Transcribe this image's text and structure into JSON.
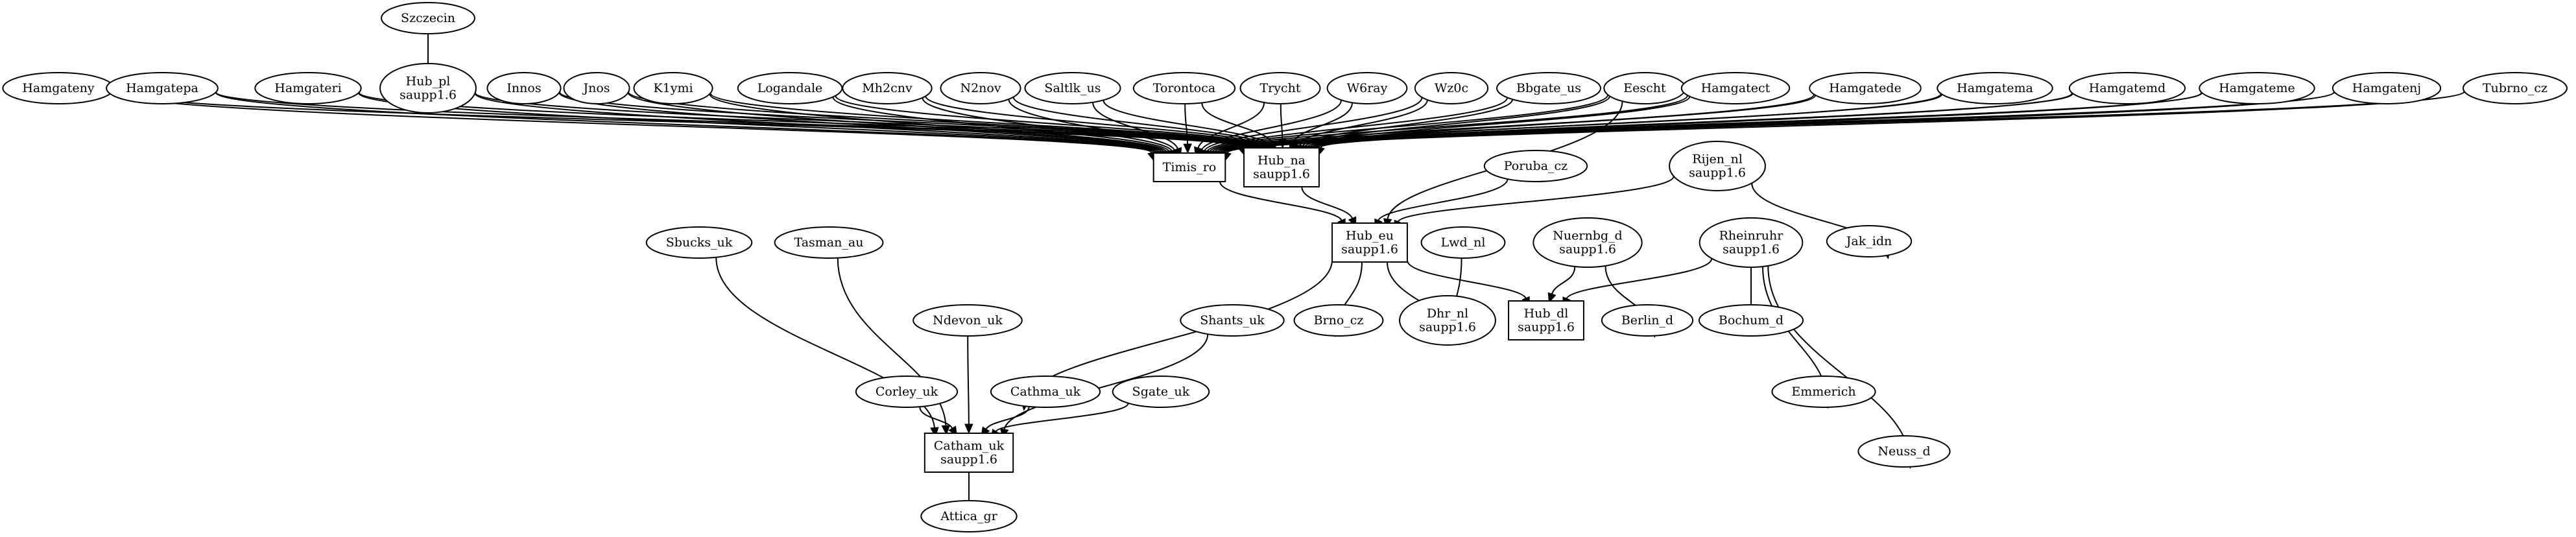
{
  "graph": {
    "nodes": [
      {
        "id": "Szczecin",
        "lines": [
          "Szczecin"
        ],
        "shape": "ellipse"
      },
      {
        "id": "Hub_pl",
        "lines": [
          "Hub_pl",
          "saupp1.6"
        ],
        "shape": "ellipse"
      },
      {
        "id": "Hamgateny",
        "lines": [
          "Hamgateny"
        ],
        "shape": "ellipse"
      },
      {
        "id": "Hamgatepa",
        "lines": [
          "Hamgatepa"
        ],
        "shape": "ellipse"
      },
      {
        "id": "Hamgateri",
        "lines": [
          "Hamgateri"
        ],
        "shape": "ellipse"
      },
      {
        "id": "Innos",
        "lines": [
          "Innos"
        ],
        "shape": "ellipse"
      },
      {
        "id": "Jnos",
        "lines": [
          "Jnos"
        ],
        "shape": "ellipse"
      },
      {
        "id": "K1ymi",
        "lines": [
          "K1ymi"
        ],
        "shape": "ellipse"
      },
      {
        "id": "Logandale",
        "lines": [
          "Logandale"
        ],
        "shape": "ellipse"
      },
      {
        "id": "Mh2cnv",
        "lines": [
          "Mh2cnv"
        ],
        "shape": "ellipse"
      },
      {
        "id": "N2nov",
        "lines": [
          "N2nov"
        ],
        "shape": "ellipse"
      },
      {
        "id": "Saltlk_us",
        "lines": [
          "Saltlk_us"
        ],
        "shape": "ellipse"
      },
      {
        "id": "Torontoca",
        "lines": [
          "Torontoca"
        ],
        "shape": "ellipse"
      },
      {
        "id": "Trycht",
        "lines": [
          "Trycht"
        ],
        "shape": "ellipse"
      },
      {
        "id": "W6ray",
        "lines": [
          "W6ray"
        ],
        "shape": "ellipse"
      },
      {
        "id": "Wz0c",
        "lines": [
          "Wz0c"
        ],
        "shape": "ellipse"
      },
      {
        "id": "Bbgate_us",
        "lines": [
          "Bbgate_us"
        ],
        "shape": "ellipse"
      },
      {
        "id": "Eescht",
        "lines": [
          "Eescht"
        ],
        "shape": "ellipse"
      },
      {
        "id": "Hamgatect",
        "lines": [
          "Hamgatect"
        ],
        "shape": "ellipse"
      },
      {
        "id": "Hamgatede",
        "lines": [
          "Hamgatede"
        ],
        "shape": "ellipse"
      },
      {
        "id": "Hamgatema",
        "lines": [
          "Hamgatema"
        ],
        "shape": "ellipse"
      },
      {
        "id": "Hamgatemd",
        "lines": [
          "Hamgatemd"
        ],
        "shape": "ellipse"
      },
      {
        "id": "Hamgateme",
        "lines": [
          "Hamgateme"
        ],
        "shape": "ellipse"
      },
      {
        "id": "Hamgatenj",
        "lines": [
          "Hamgatenj"
        ],
        "shape": "ellipse"
      },
      {
        "id": "Tubrno_cz",
        "lines": [
          "Tubrno_cz"
        ],
        "shape": "ellipse"
      },
      {
        "id": "Timis_ro",
        "lines": [
          "Timis_ro"
        ],
        "shape": "box"
      },
      {
        "id": "Hub_na",
        "lines": [
          "Hub_na",
          "saupp1.6"
        ],
        "shape": "box"
      },
      {
        "id": "Poruba_cz",
        "lines": [
          "Poruba_cz"
        ],
        "shape": "ellipse"
      },
      {
        "id": "Rijen_nl",
        "lines": [
          "Rijen_nl",
          "saupp1.6"
        ],
        "shape": "ellipse"
      },
      {
        "id": "Jak_idn",
        "lines": [
          "Jak_idn"
        ],
        "shape": "ellipse"
      },
      {
        "id": "Hub_eu",
        "lines": [
          "Hub_eu",
          "saupp1.6"
        ],
        "shape": "box"
      },
      {
        "id": "Lwd_nl",
        "lines": [
          "Lwd_nl"
        ],
        "shape": "ellipse"
      },
      {
        "id": "Nuernbg_d",
        "lines": [
          "Nuernbg_d",
          "saupp1.6"
        ],
        "shape": "ellipse"
      },
      {
        "id": "Rheinruhr",
        "lines": [
          "Rheinruhr",
          "saupp1.6"
        ],
        "shape": "ellipse"
      },
      {
        "id": "Sbucks_uk",
        "lines": [
          "Sbucks_uk"
        ],
        "shape": "ellipse"
      },
      {
        "id": "Tasman_au",
        "lines": [
          "Tasman_au"
        ],
        "shape": "ellipse"
      },
      {
        "id": "Brno_cz",
        "lines": [
          "Brno_cz"
        ],
        "shape": "ellipse"
      },
      {
        "id": "Dhr_nl",
        "lines": [
          "Dhr_nl",
          "saupp1.6"
        ],
        "shape": "ellipse"
      },
      {
        "id": "Hub_dl",
        "lines": [
          "Hub_dl",
          "saupp1.6"
        ],
        "shape": "box"
      },
      {
        "id": "Berlin_d",
        "lines": [
          "Berlin_d"
        ],
        "shape": "ellipse"
      },
      {
        "id": "Bochum_d",
        "lines": [
          "Bochum_d"
        ],
        "shape": "ellipse"
      },
      {
        "id": "Ndevon_uk",
        "lines": [
          "Ndevon_uk"
        ],
        "shape": "ellipse"
      },
      {
        "id": "Shants_uk",
        "lines": [
          "Shants_uk"
        ],
        "shape": "ellipse"
      },
      {
        "id": "Emmerich",
        "lines": [
          "Emmerich"
        ],
        "shape": "ellipse"
      },
      {
        "id": "Corley_uk",
        "lines": [
          "Corley_uk"
        ],
        "shape": "ellipse"
      },
      {
        "id": "Cathma_uk",
        "lines": [
          "Cathma_uk"
        ],
        "shape": "ellipse"
      },
      {
        "id": "Sgate_uk",
        "lines": [
          "Sgate_uk"
        ],
        "shape": "ellipse"
      },
      {
        "id": "Catham_uk",
        "lines": [
          "Catham_uk",
          "saupp1.6"
        ],
        "shape": "box"
      },
      {
        "id": "Neuss_d",
        "lines": [
          "Neuss_d"
        ],
        "shape": "ellipse"
      },
      {
        "id": "Attica_gr",
        "lines": [
          "Attica_gr"
        ],
        "shape": "ellipse"
      }
    ],
    "edges": [
      [
        "Szczecin",
        "Hub_pl"
      ],
      [
        "Hamgateny",
        "Timis_ro"
      ],
      [
        "Hamgateny",
        "Hub_na"
      ],
      [
        "Hamgatepa",
        "Timis_ro"
      ],
      [
        "Hamgatepa",
        "Hub_na"
      ],
      [
        "Hamgateri",
        "Timis_ro"
      ],
      [
        "Hamgateri",
        "Hub_na"
      ],
      [
        "Hub_pl",
        "Timis_ro"
      ],
      [
        "Hub_pl",
        "Hub_na"
      ],
      [
        "Innos",
        "Timis_ro"
      ],
      [
        "Innos",
        "Hub_na"
      ],
      [
        "Jnos",
        "Timis_ro"
      ],
      [
        "Jnos",
        "Hub_na"
      ],
      [
        "K1ymi",
        "Timis_ro"
      ],
      [
        "K1ymi",
        "Hub_na"
      ],
      [
        "Logandale",
        "Timis_ro"
      ],
      [
        "Logandale",
        "Hub_na"
      ],
      [
        "Mh2cnv",
        "Timis_ro"
      ],
      [
        "Mh2cnv",
        "Hub_na"
      ],
      [
        "N2nov",
        "Timis_ro"
      ],
      [
        "N2nov",
        "Hub_na"
      ],
      [
        "Saltlk_us",
        "Timis_ro"
      ],
      [
        "Saltlk_us",
        "Hub_na"
      ],
      [
        "Torontoca",
        "Timis_ro"
      ],
      [
        "Torontoca",
        "Hub_na"
      ],
      [
        "Trycht",
        "Timis_ro"
      ],
      [
        "Trycht",
        "Hub_na"
      ],
      [
        "W6ray",
        "Timis_ro"
      ],
      [
        "W6ray",
        "Hub_na"
      ],
      [
        "Wz0c",
        "Timis_ro"
      ],
      [
        "Wz0c",
        "Hub_na"
      ],
      [
        "Bbgate_us",
        "Timis_ro"
      ],
      [
        "Bbgate_us",
        "Hub_na"
      ],
      [
        "Eescht",
        "Timis_ro"
      ],
      [
        "Eescht",
        "Hub_na"
      ],
      [
        "Hamgatect",
        "Timis_ro"
      ],
      [
        "Hamgatect",
        "Hub_na"
      ],
      [
        "Hamgatede",
        "Timis_ro"
      ],
      [
        "Hamgatede",
        "Hub_na"
      ],
      [
        "Hamgatema",
        "Timis_ro"
      ],
      [
        "Hamgatema",
        "Hub_na"
      ],
      [
        "Hamgatemd",
        "Timis_ro"
      ],
      [
        "Hamgatemd",
        "Hub_na"
      ],
      [
        "Hamgateme",
        "Timis_ro"
      ],
      [
        "Hamgateme",
        "Hub_na"
      ],
      [
        "Hamgatenj",
        "Timis_ro"
      ],
      [
        "Hamgatenj",
        "Hub_na"
      ],
      [
        "Tubrno_cz",
        "Timis_ro"
      ],
      [
        "Tubrno_cz",
        "Hub_na"
      ],
      [
        "Eescht",
        "Hub_eu"
      ],
      [
        "Timis_ro",
        "Hub_eu"
      ],
      [
        "Hub_na",
        "Hub_eu"
      ],
      [
        "Poruba_cz",
        "Hub_eu"
      ],
      [
        "Rijen_nl",
        "Hub_eu"
      ],
      [
        "Rijen_nl",
        "Jak_idn"
      ],
      [
        "Hub_eu",
        "Brno_cz"
      ],
      [
        "Hub_eu",
        "Dhr_nl"
      ],
      [
        "Hub_eu",
        "Hub_dl"
      ],
      [
        "Hub_eu",
        "Cathma_uk"
      ],
      [
        "Lwd_nl",
        "Dhr_nl"
      ],
      [
        "Nuernbg_d",
        "Hub_dl"
      ],
      [
        "Nuernbg_d",
        "Berlin_d"
      ],
      [
        "Rheinruhr",
        "Hub_dl"
      ],
      [
        "Rheinruhr",
        "Bochum_d"
      ],
      [
        "Rheinruhr",
        "Emmerich"
      ],
      [
        "Rheinruhr",
        "Neuss_d"
      ],
      [
        "Sbucks_uk",
        "Catham_uk"
      ],
      [
        "Tasman_au",
        "Catham_uk"
      ],
      [
        "Ndevon_uk",
        "Catham_uk"
      ],
      [
        "Shants_uk",
        "Catham_uk"
      ],
      [
        "Corley_uk",
        "Catham_uk"
      ],
      [
        "Cathma_uk",
        "Catham_uk"
      ],
      [
        "Sgate_uk",
        "Catham_uk"
      ],
      [
        "Catham_uk",
        "Attica_gr"
      ]
    ]
  }
}
